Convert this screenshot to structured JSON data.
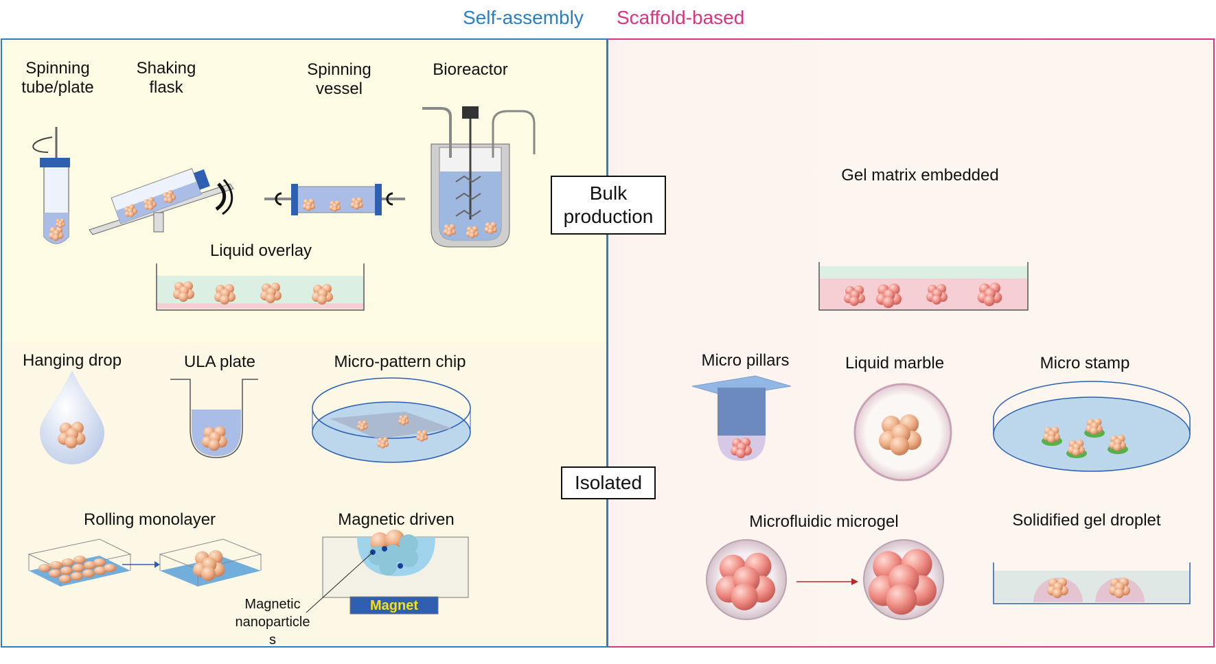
{
  "header": {
    "self_assembly": "Self-assembly",
    "scaffold_based": "Scaffold-based"
  },
  "colors": {
    "self_assembly": "#2a7fc0",
    "scaffold_based": "#d4377f",
    "cell": "#e8a27a",
    "cell_pink": "#e8797a",
    "medium_blue": "#9fb8e0"
  },
  "center_boxes": {
    "bulk": "Bulk\nproduction",
    "isolated": "Isolated"
  },
  "bulk_self": {
    "spinning_tube": "Spinning\ntube/plate",
    "shaking_flask": "Shaking\nflask",
    "spinning_vessel": "Spinning\nvessel",
    "bioreactor": "Bioreactor",
    "liquid_overlay": "Liquid overlay"
  },
  "bulk_scaffold": {
    "gel_matrix": "Gel matrix embedded"
  },
  "isolated_self": {
    "hanging_drop": "Hanging drop",
    "ula_plate": "ULA plate",
    "micro_pattern": "Micro-pattern chip",
    "rolling": "Rolling monolayer",
    "magnetic": "Magnetic driven",
    "magnet": "Magnet",
    "nanoparticles": "Magnetic\nnanoparticle\ns"
  },
  "isolated_scaffold": {
    "micro_pillars": "Micro pillars",
    "liquid_marble": "Liquid marble",
    "micro_stamp": "Micro stamp",
    "microfluidic": "Microfluidic microgel",
    "solidified": "Solidified gel droplet"
  }
}
